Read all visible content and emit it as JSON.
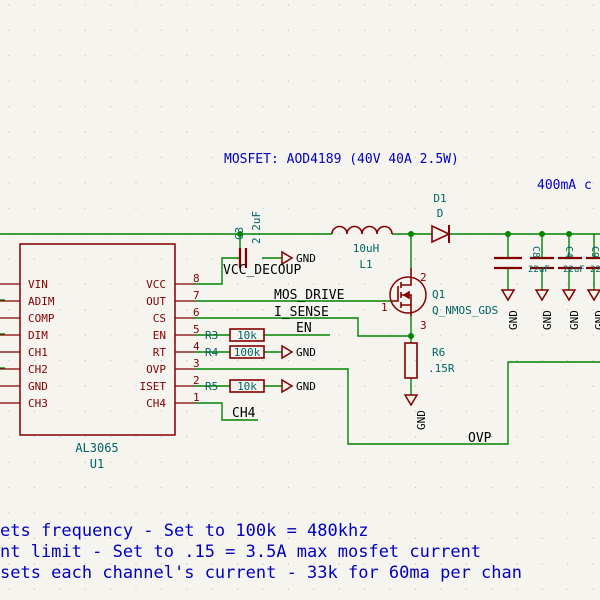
{
  "notes": {
    "mosfet": "MOSFET: AOD4189 (40V 40A 2.5W)",
    "led_current": "400mA c",
    "line1": "ets frequency - Set to 100k = 480khz",
    "line2": "nt limit - Set to .15 = 3.5A max mosfet current",
    "line3": "sets each channel's current - 33k for 60ma per chan"
  },
  "ic": {
    "part": "AL3065",
    "ref": "U1",
    "left_pins": [
      "VIN",
      "ADIM",
      "COMP",
      "DIM",
      "CH1",
      "CH2",
      "GND",
      "CH3"
    ],
    "right_pins": [
      {
        "name": "VCC",
        "num": "8"
      },
      {
        "name": "OUT",
        "num": "7"
      },
      {
        "name": "CS",
        "num": "6"
      },
      {
        "name": "EN",
        "num": "5"
      },
      {
        "name": "RT",
        "num": "4"
      },
      {
        "name": "OVP",
        "num": "3"
      },
      {
        "name": "ISET",
        "num": "2"
      },
      {
        "name": "CH4",
        "num": "1"
      }
    ]
  },
  "components": {
    "c3_ref": "C3",
    "c3_val": "2.2uF",
    "l1_val": "10uH",
    "l1_ref": "L1",
    "d1_ref": "D1",
    "d1_val": "D",
    "q1_ref": "Q1",
    "q1_val": "Q_NMOS_GDS",
    "q1_pin1": "1",
    "q1_pin2": "2",
    "q1_pin3": "3",
    "r6_ref": "R6",
    "r6_val": ".15R",
    "r3_ref": "R3",
    "r3_val": "10k",
    "r4_ref": "R4",
    "r4_val": "100k",
    "r5_ref": "R5",
    "r5_val": "10k",
    "c8_ref": "C8",
    "c4_ref": "C4",
    "c9_ref": "C9",
    "cap_val": "22uF"
  },
  "nets": {
    "vcc_decoup": "VCC_DECOUP",
    "mos_drive": "MOS_DRIVE",
    "i_sense": "I_SENSE",
    "en": "EN",
    "ovp": "OVP",
    "ch4": "CH4",
    "gnd": "GND"
  },
  "colors": {
    "background": "#f5f4ef",
    "wire": "#008400",
    "component": "#840000",
    "ref_text": "#006464",
    "pin_text": "#840000",
    "note_text": "#0000c2",
    "net_text": "#000000"
  }
}
